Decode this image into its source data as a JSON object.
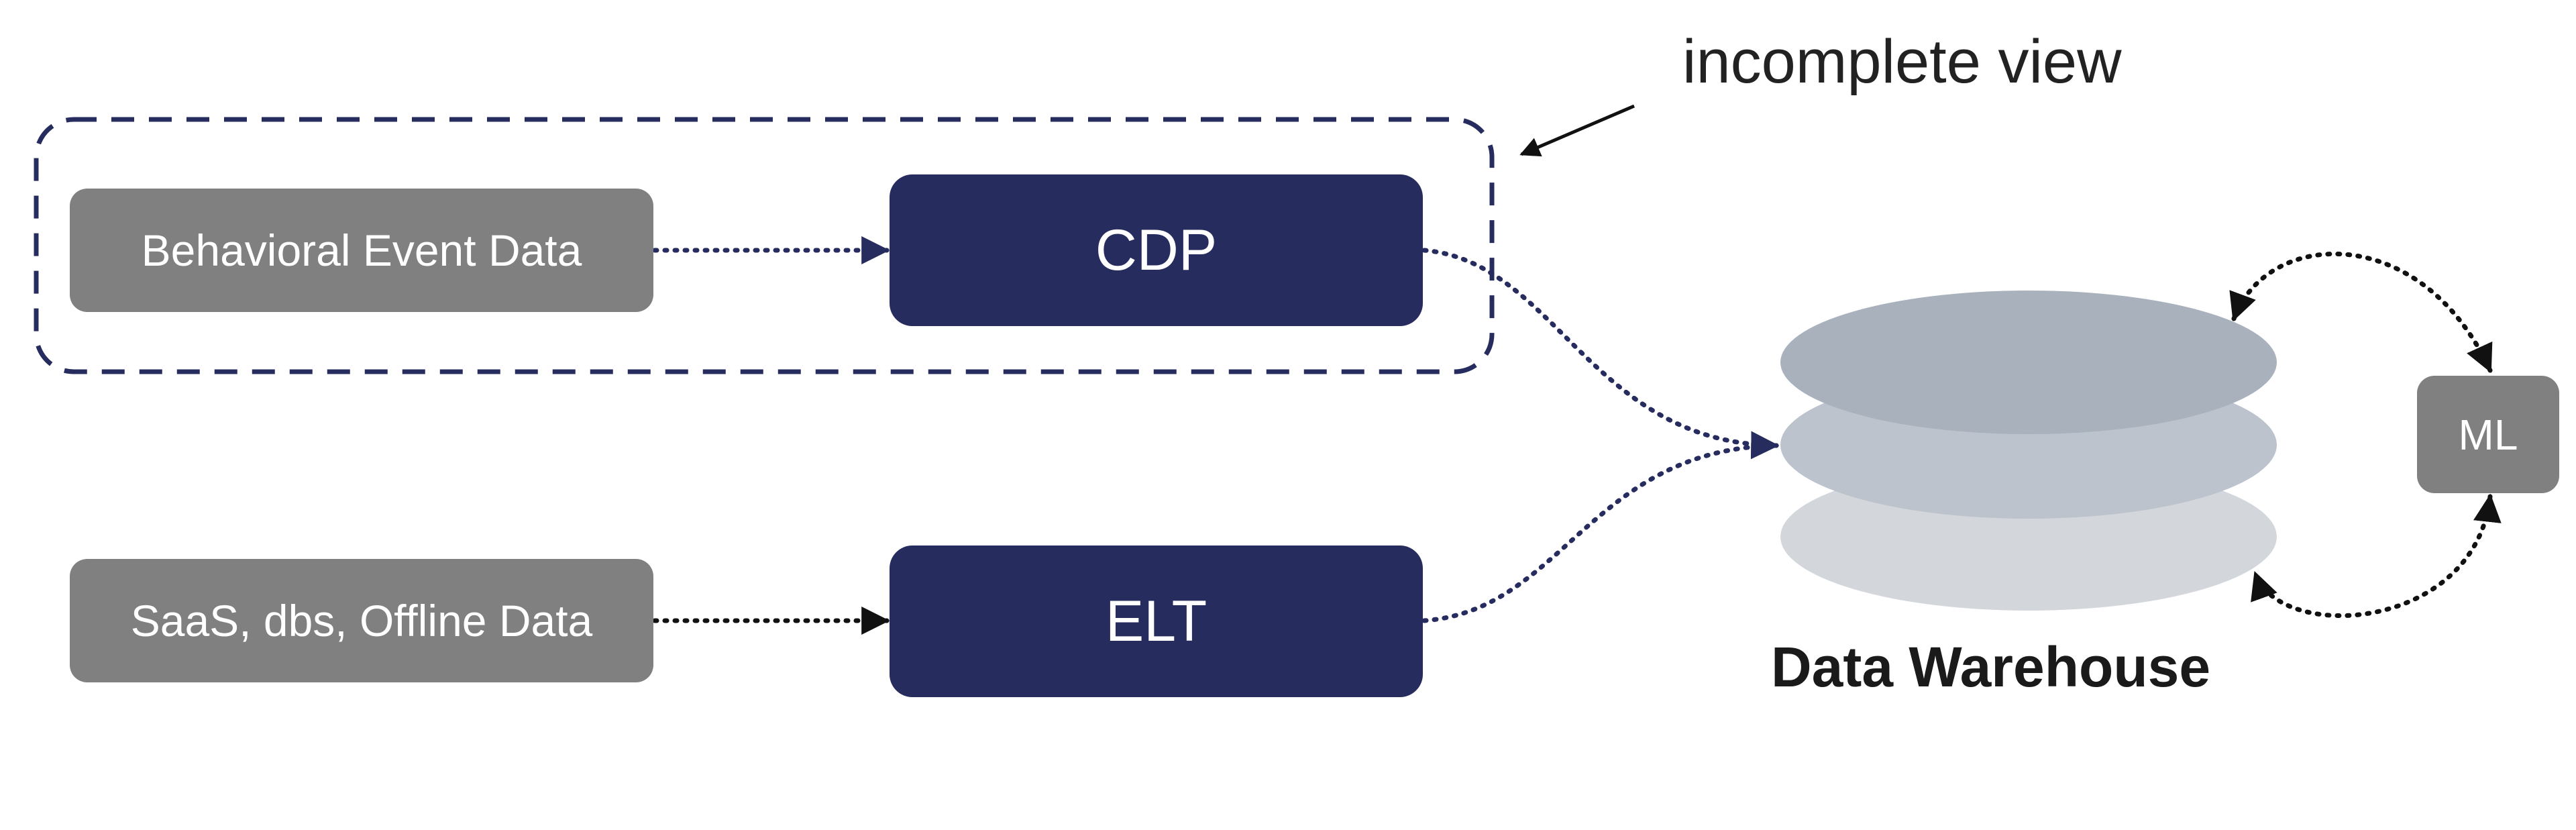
{
  "colors": {
    "navy": "#272c5e",
    "gray_box": "#808080",
    "disk_top": "#a9b1bd",
    "disk_middle": "#bcc3cc",
    "disk_bottom": "#d3d7dc",
    "arrow": "#1a1a1a"
  },
  "nodes": {
    "behavioral_event_data": "Behavioral Event Data",
    "saas_dbs_offline": "SaaS, dbs, Offline Data",
    "cdp": "CDP",
    "elt": "ELT",
    "ml": "ML",
    "data_warehouse": "Data Warehouse"
  },
  "callout": {
    "text": "incomplete view"
  },
  "edges": [
    {
      "from": "Behavioral Event Data",
      "to": "CDP",
      "style": "dotted"
    },
    {
      "from": "SaaS, dbs, Offline Data",
      "to": "ELT",
      "style": "dotted"
    },
    {
      "from": "CDP",
      "to": "Data Warehouse",
      "style": "dotted"
    },
    {
      "from": "ELT",
      "to": "Data Warehouse",
      "style": "dotted"
    },
    {
      "from": "Data Warehouse",
      "to": "ML",
      "style": "dotted",
      "direction": "both"
    },
    {
      "from": "ML",
      "to": "Data Warehouse",
      "style": "dotted",
      "direction": "both"
    }
  ],
  "icons": {
    "database": "stacked-disks-icon"
  }
}
